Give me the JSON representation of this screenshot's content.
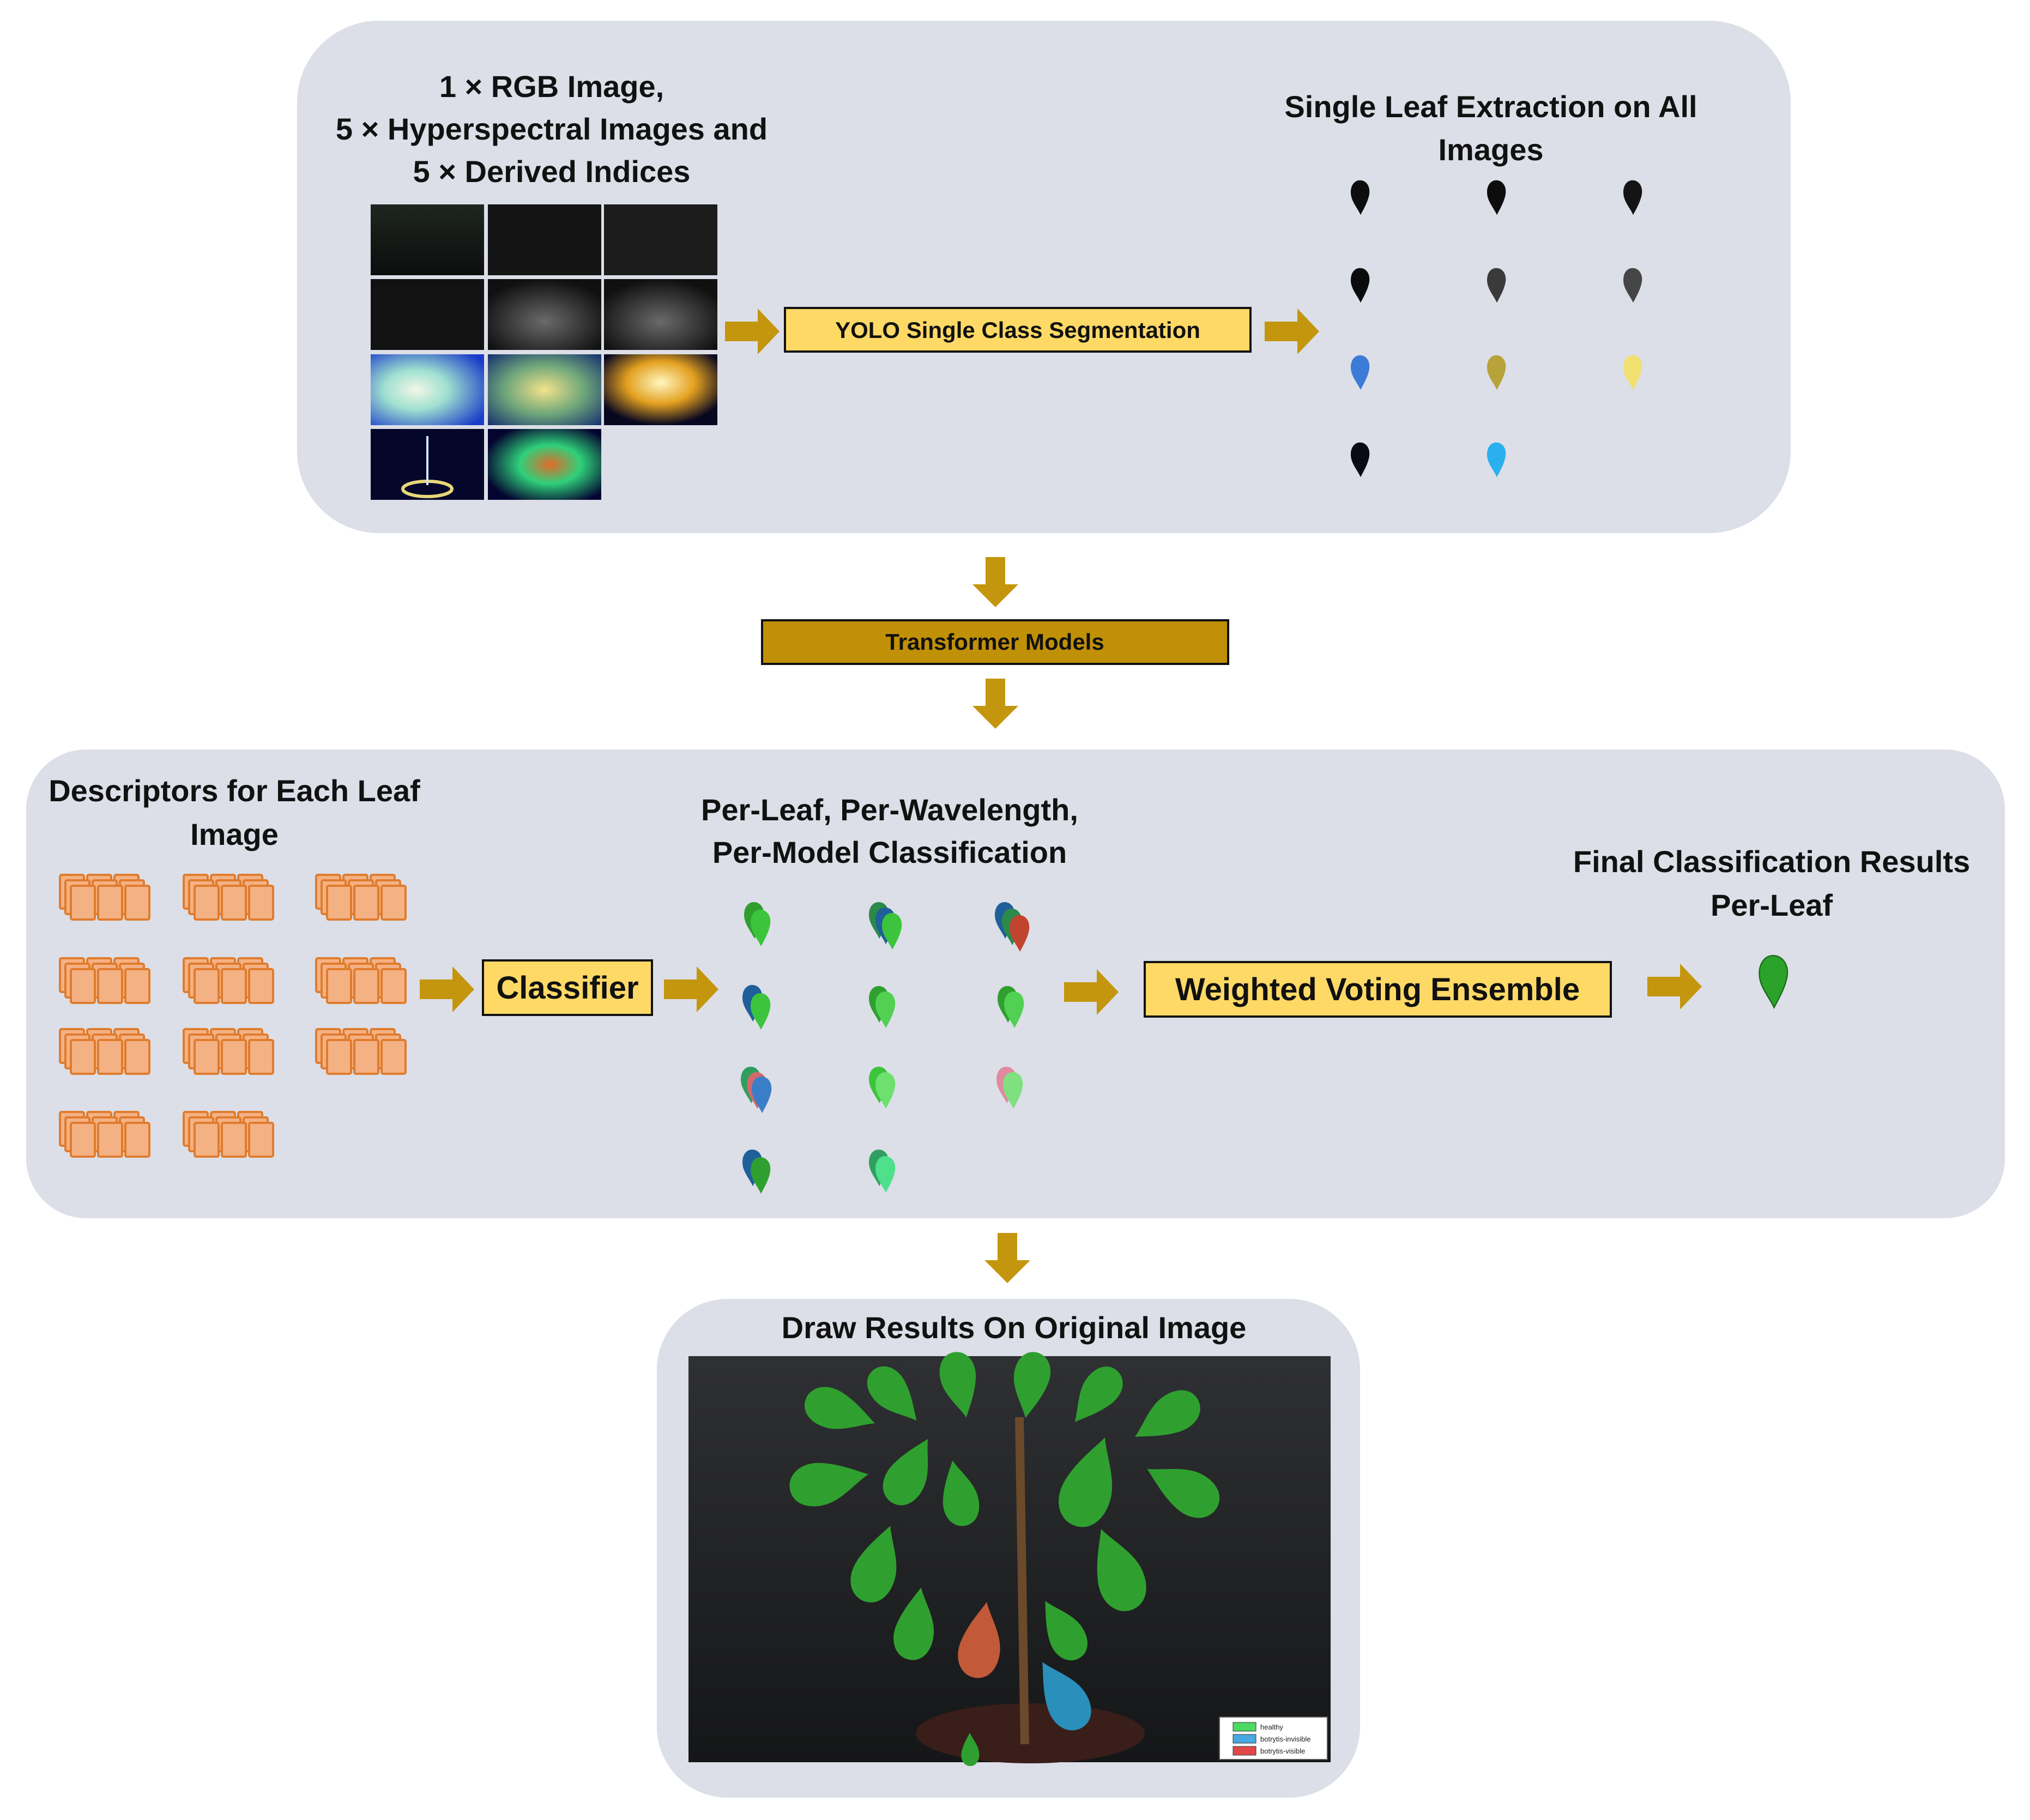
{
  "top_panel": {
    "input_title_1": "1 × RGB Image,",
    "input_title_2": "5 × Hyperspectral Images and",
    "input_title_3": "5 × Derived Indices",
    "segmentation_label": "YOLO Single Class Segmentation",
    "extraction_title_1": "Single Leaf Extraction on All",
    "extraction_title_2": "Images"
  },
  "middle": {
    "transformer_label": "Transformer Models"
  },
  "classification_panel": {
    "descriptors_title_1": "Descriptors for Each Leaf",
    "descriptors_title_2": "Image",
    "classifier_label": "Classifier",
    "per_leaf_title_1": "Per-Leaf, Per-Wavelength,",
    "per_leaf_title_2": "Per-Model Classification",
    "ensemble_label": "Weighted Voting Ensemble",
    "final_title_1": "Final Classification Results",
    "final_title_2": "Per-Leaf"
  },
  "result_panel": {
    "title": "Draw Results On Original Image",
    "legend": [
      {
        "label": "healthy",
        "color": "#4cd964"
      },
      {
        "label": "botrytis-invisible",
        "color": "#48a8e0"
      },
      {
        "label": "botrytis-visible",
        "color": "#e04848"
      }
    ]
  },
  "colors": {
    "panel_bg": "#dcdfe7",
    "arrow": "#c4960e",
    "box_fill": "#ffd966",
    "box_fill_dark": "#c09006",
    "descriptor_fill": "#f4b183",
    "descriptor_stroke": "#e07c2e"
  }
}
